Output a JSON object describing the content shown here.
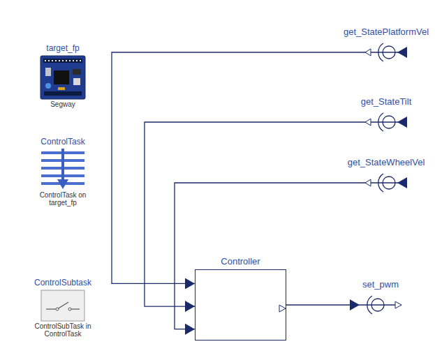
{
  "diagram": {
    "nodes": [
      {
        "text": [
          "target_fp",
          "Segway"
        ]
      },
      {
        "text": [
          "ControlTask",
          "ControlTask on target_fp"
        ]
      },
      {
        "text": [
          "ControlSubtask",
          "ControlSubTask in ControlTask"
        ]
      },
      {
        "text": [
          "get_StatePlatformVel"
        ]
      },
      {
        "text": [
          "get_StateTilt"
        ]
      },
      {
        "text": [
          "get_StateWheelVel"
        ]
      },
      {
        "text": [
          "Controller"
        ]
      },
      {
        "text": [
          "set_pwm"
        ]
      }
    ],
    "edges": [
      {
        "from": 3,
        "to": 6,
        "arrow": "to"
      },
      {
        "from": 4,
        "to": 6,
        "arrow": "to"
      },
      {
        "from": 5,
        "to": 6,
        "arrow": "to"
      },
      {
        "from": 6,
        "to": 7,
        "arrow": "to"
      }
    ]
  }
}
